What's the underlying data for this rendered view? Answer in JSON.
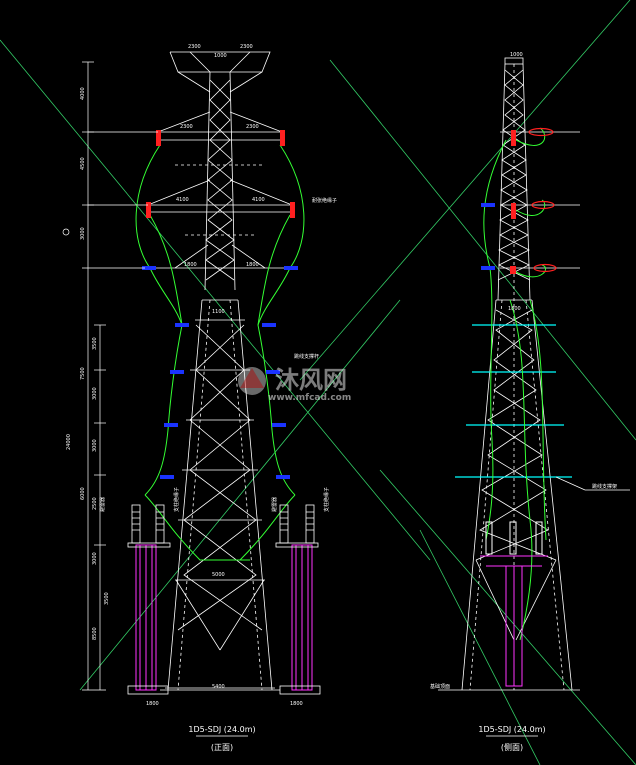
{
  "drawing": {
    "front_view": {
      "caption": "1D5-SDJ (24.0m)",
      "view_label": "(正面)",
      "top_dims": [
        "2300",
        "2300"
      ],
      "top_bar": "1000",
      "arm1_dims": [
        "2300",
        "2300"
      ],
      "arm2_dims": [
        "4100",
        "4100"
      ],
      "lower_dims": [
        "1800",
        "1800"
      ],
      "waist_dim": "1100",
      "base_dim": "5000",
      "bottom_dim": "5400",
      "foot_left": "1800",
      "foot_right": "1800",
      "callout_arm": "耐张绝缘子",
      "callout_mid": "跳线支撑杆",
      "callout_left": "避雷器",
      "callout_left2": "支柱绝缘子",
      "callout_right": "避雷器",
      "callout_right2": "支柱绝缘子",
      "left_dims": [
        "4000",
        "4500",
        "3000",
        "7500",
        "3500",
        "3000",
        "3000",
        "6000",
        "2500",
        "3000",
        "8500",
        "3500"
      ],
      "total_dim": "24000"
    },
    "side_view": {
      "caption": "1D5-SDJ (24.0m)",
      "view_label": "(侧面)",
      "top_dim": "1000",
      "waist_dim": "1800",
      "callout": "跳线支撑架",
      "foot_label": "基础顶面"
    }
  },
  "watermark": {
    "brand": "沐风网",
    "url": "www.mfcad.com"
  },
  "colors": {
    "tower": "#ffffff",
    "conductor": "#33ff33",
    "insulator": "#ff2020",
    "hardware": "#1a33ff",
    "support": "#ff33ff",
    "bracket": "#00ffff",
    "guide": "#33cc66"
  }
}
